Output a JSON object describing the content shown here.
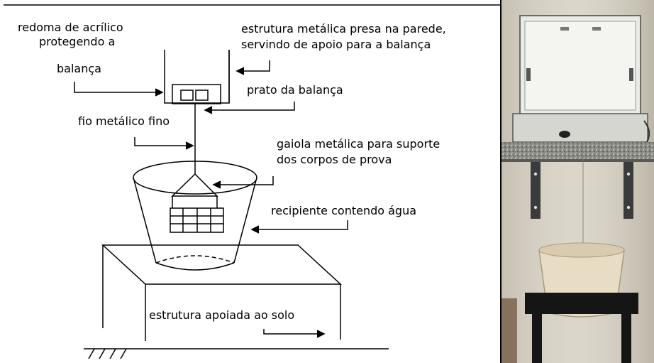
{
  "labels": {
    "redoma": [
      "redoma de acrílico",
      "protegendo a",
      "balança"
    ],
    "estrutura_parede": [
      "estrutura metálica presa na parede,",
      "servindo de apoio para a balança"
    ],
    "prato": "prato da balança",
    "fio": "fio metálico fino",
    "gaiola": [
      "gaiola metálica para suporte",
      "dos corpos de prova"
    ],
    "recipiente": "recipiente contendo água",
    "estrutura_solo": "estrutura apoiada ao solo"
  },
  "colors": {
    "line": "#000000",
    "photo_wall": "#d9d4c7",
    "photo_counter": "#7a7a72",
    "photo_bucket": "#e8dcc4",
    "photo_table": "#151515"
  }
}
